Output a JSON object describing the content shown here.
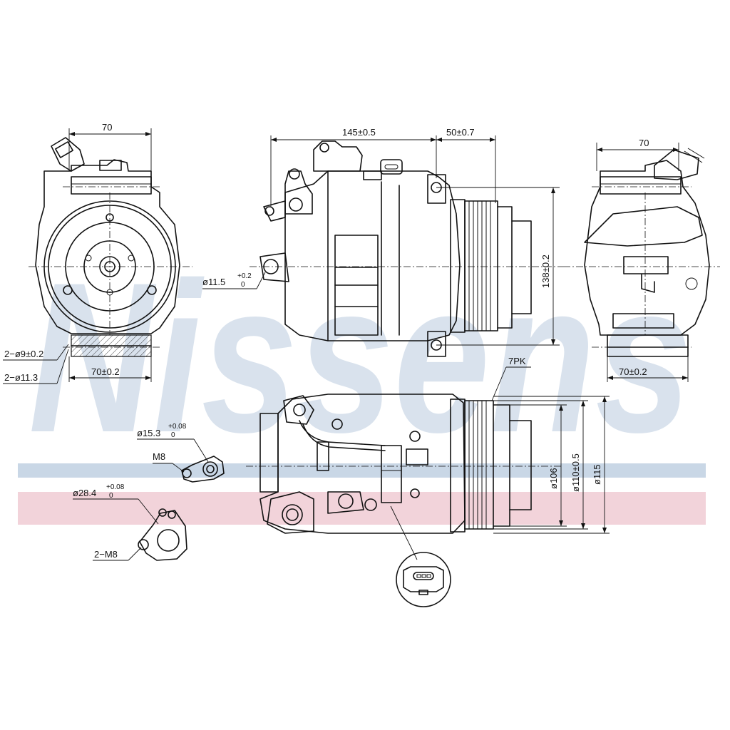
{
  "brand": {
    "watermark": "Nissens",
    "color_blue": "#c9d7e6",
    "color_red": "#f2d3da"
  },
  "dimensions": {
    "left_width_top": "70",
    "left_width_bottom": "70±0.2",
    "left_hole_a": "2−ø9±0.2",
    "left_hole_b": "2−ø11.3",
    "body_length": "145±0.5",
    "pulley_offset": "50±0.7",
    "mount_hole": "ø11.5",
    "mount_hole_tol_upper": "+0.2",
    "mount_hole_tol_lower": "0",
    "height": "138±0.2",
    "right_width_top": "70",
    "right_width_bottom": "70±0.2",
    "belt": "7PK",
    "pulley_d1": "ø106",
    "pulley_d2": "ø110±0.5",
    "pulley_d3": "ø115",
    "port_small": "ø15.3",
    "port_small_tol_upper": "+0.08",
    "port_small_tol_lower": "0",
    "port_small_thread": "M8",
    "port_large": "ø28.4",
    "port_large_tol_upper": "+0.08",
    "port_large_tol_lower": "0",
    "port_large_thread": "2−M8"
  }
}
